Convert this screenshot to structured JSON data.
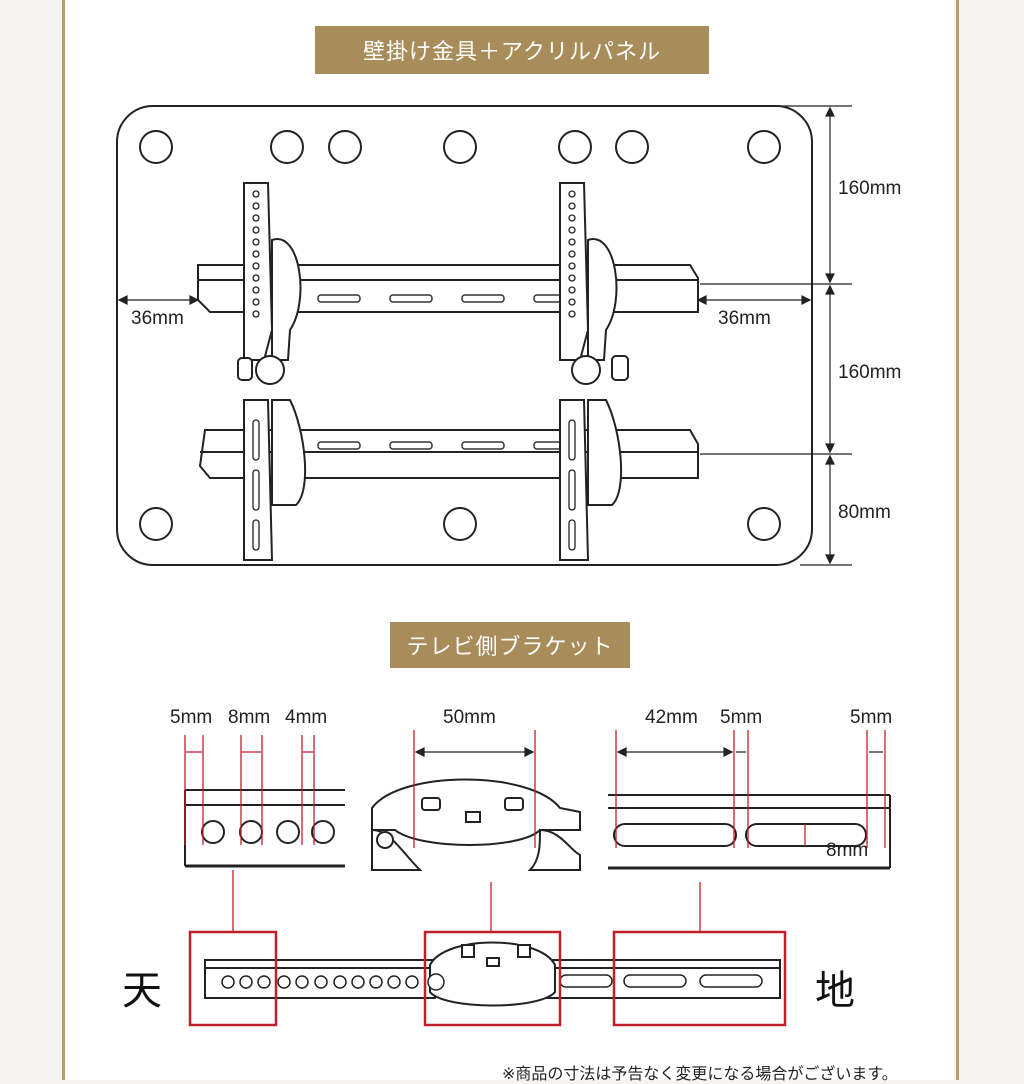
{
  "section1": {
    "title": "壁掛け金具＋アクリルパネル"
  },
  "section2": {
    "title": "テレビ側ブラケット"
  },
  "mount_dims": {
    "top": "160mm",
    "middle": "160mm",
    "bottom": "80mm",
    "left": "36mm",
    "right": "36mm"
  },
  "bracket_dims": {
    "hole_d": "5mm",
    "hole_pitch": "8mm",
    "hole_gap": "4mm",
    "center_width": "50mm",
    "slot_length": "42mm",
    "slot_gap": "5mm",
    "slot_end": "5mm",
    "slot_height": "8mm"
  },
  "orientation": {
    "top": "天",
    "bottom": "地"
  },
  "note": "※商品の寸法は予告なく変更になる場合がございます。",
  "colors": {
    "gold": "#a88d5b",
    "frame": "#b8a069",
    "highlight": "#c0202a"
  }
}
